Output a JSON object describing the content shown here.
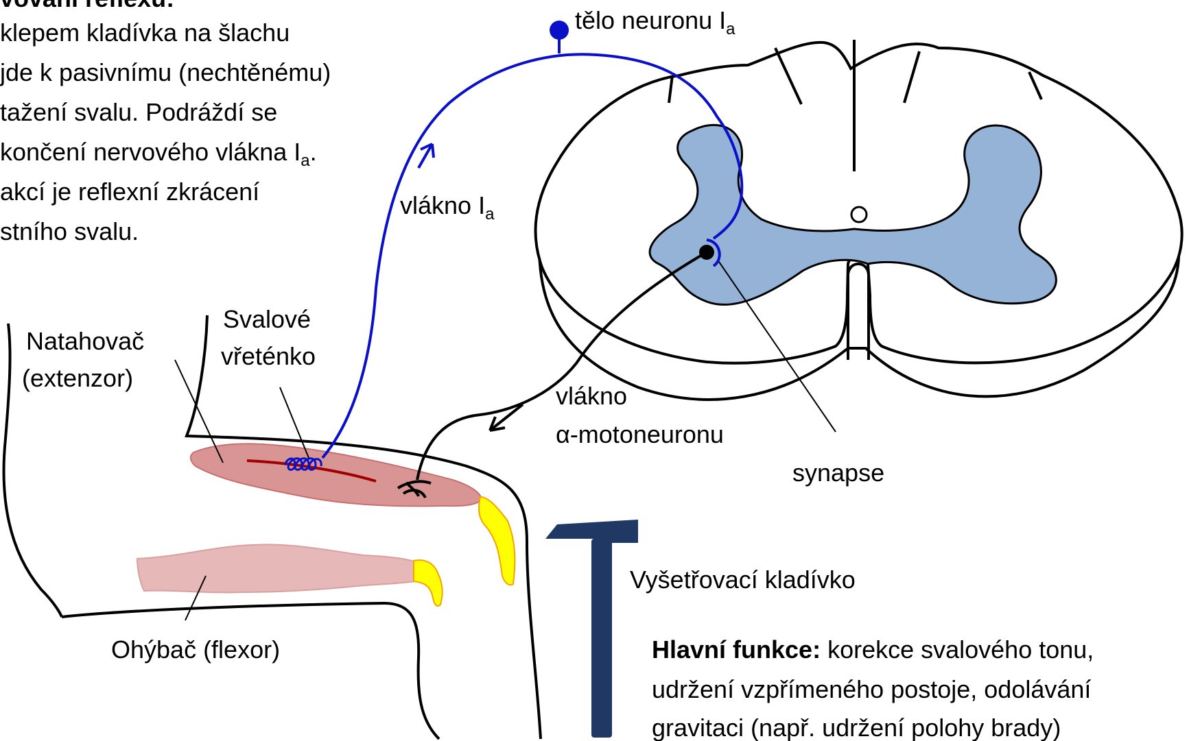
{
  "intro": {
    "lines": [
      "vování reflexu:",
      "klepem kladívka na šlachu",
      "jde k pasivnímu (nechtěnému)",
      "tažení svalu. Podráždí se",
      "končení nervového vlákna I",
      "akcí je reflexní zkrácení",
      "stního svalu."
    ],
    "line5_sub": "a",
    "line5_tail": "."
  },
  "labels": {
    "neuron_body": "tělo neuronu I",
    "neuron_body_sub": "a",
    "fiber_ia": "vlákno I",
    "fiber_ia_sub": "a",
    "extensor_line1": "Natahovač",
    "extensor_line2": "(extenzor)",
    "spindle_line1": "Svalové",
    "spindle_line2": "vřeténko",
    "motor_line1": "vlákno",
    "motor_line2": "α-motoneuronu",
    "synapse": "synapse",
    "hammer": "Vyšetřovací kladívko",
    "flexor": "Ohýbač (flexor)"
  },
  "function": {
    "heading": "Hlavní funkce:",
    "line1_rest": " korekce svalového tonu,",
    "line2": "udržení vzpřímeného postoje, odolávání",
    "line3": "gravitaci (např. udržení polohy brady)"
  },
  "colors": {
    "sensory_fiber": "#0a10c8",
    "gray_matter": "#95b3d7",
    "muscle_extensor": "#d99594",
    "muscle_flexor": "#e6b8b7",
    "tendon": "#ffff00",
    "tendon_edge": "#f4a300",
    "spindle": "#a00000",
    "hammer": "#1f3864"
  }
}
